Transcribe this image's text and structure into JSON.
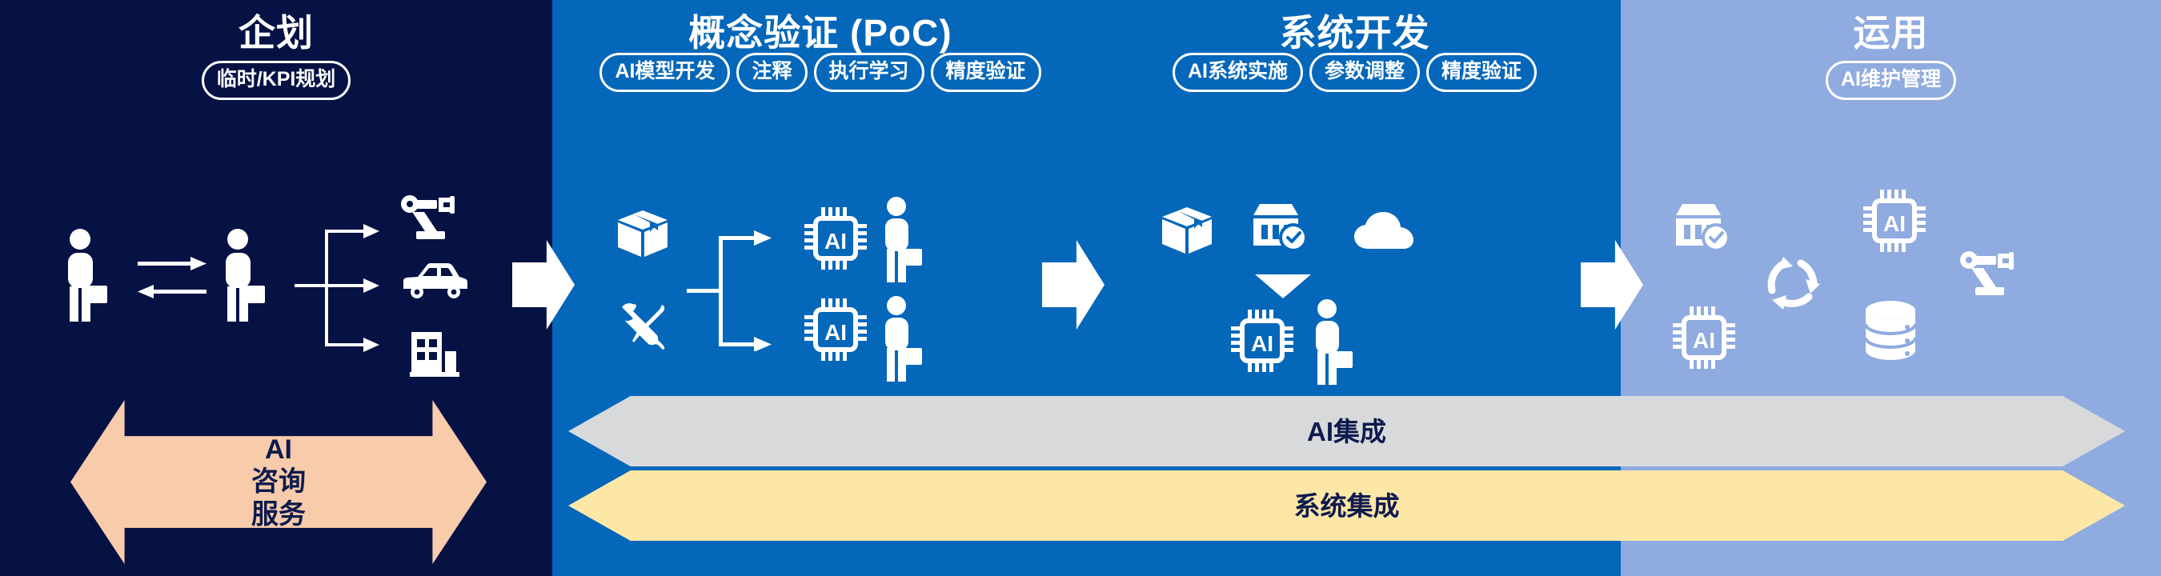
{
  "diagram": {
    "title_semantics": "AI project lifecycle four-phase roadmap",
    "phases": [
      {
        "id": "plan",
        "title": "企划",
        "background": "#061244",
        "tags": [
          "临时/KPI规划"
        ],
        "icons": [
          "person-icon",
          "exchange-arrows-icon",
          "person-icon",
          "branch-line-icon",
          "robot-arm-icon",
          "car-icon",
          "factory-icon"
        ]
      },
      {
        "id": "poc",
        "title": "概念验证 (PoC)",
        "background": "#0467ba",
        "tags": [
          "AI模型开发",
          "注释",
          "执行学习",
          "精度验证"
        ],
        "icons": [
          "package-box-icon",
          "tools-icon",
          "branch-line-icon",
          "ai-chip-icon",
          "person-icon",
          "ai-chip-icon",
          "person-icon"
        ]
      },
      {
        "id": "dev",
        "title": "系统开发",
        "background": "#0467ba",
        "tags": [
          "AI系统实施",
          "参数调整",
          "精度验证"
        ],
        "icons": [
          "package-box-icon",
          "server-check-icon",
          "cloud-icon",
          "down-arrow-icon",
          "ai-chip-icon",
          "person-icon"
        ]
      },
      {
        "id": "ops",
        "title": "运用",
        "background": "#8fabe0",
        "tags": [
          "AI维护管理"
        ],
        "icons": [
          "server-check-icon",
          "ai-chip-icon",
          "refresh-cycle-icon",
          "ai-chip-icon",
          "database-icon",
          "robot-arm-icon"
        ]
      }
    ],
    "step_arrows": [
      {
        "name": "step-arrow-plan-to-poc",
        "direction": "right"
      },
      {
        "name": "step-arrow-poc-to-dev",
        "direction": "right"
      },
      {
        "name": "step-arrow-dev-to-ops",
        "direction": "right"
      }
    ],
    "service_bands": [
      {
        "id": "consulting",
        "lines": [
          "AI",
          "咨询",
          "服务"
        ],
        "fill": "#f8cbab",
        "text_color": "#0d1a4d",
        "span": "plan",
        "direction": "double"
      },
      {
        "id": "ai_integration",
        "label": "AI集成",
        "fill": "#d8d9db",
        "text_color": "#0d1a4d",
        "span": "poc-dev-ops",
        "direction": "double"
      },
      {
        "id": "system_integration",
        "label": "系统集成",
        "fill": "#fde7a7",
        "text_color": "#0d1a4d",
        "span": "poc-dev-ops",
        "direction": "double"
      }
    ],
    "colors": {
      "navy": "#061244",
      "blue": "#0467ba",
      "periwinkle": "#8fabe0",
      "peach": "#f8cbab",
      "gray": "#d8d9db",
      "yellow": "#fde7a7",
      "white": "#ffffff",
      "label_navy": "#0d1a4d"
    }
  }
}
